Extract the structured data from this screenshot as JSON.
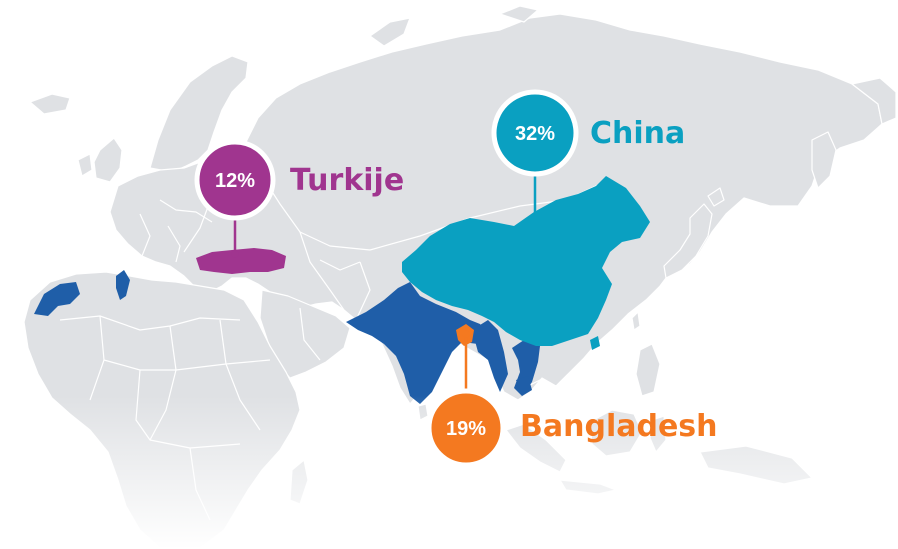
{
  "colors": {
    "land": "#dfe1e4",
    "border": "#ffffff",
    "highlight_other": "#1f5ea8",
    "turkije": "#a0358f",
    "china": "#0aa0c1",
    "bangladesh": "#f47920"
  },
  "callouts": [
    {
      "id": "turkije",
      "country": "Turkije",
      "value": "12%",
      "color": "#a0358f"
    },
    {
      "id": "china",
      "country": "China",
      "value": "32%",
      "color": "#0aa0c1"
    },
    {
      "id": "bangladesh",
      "country": "Bangladesh",
      "value": "19%",
      "color": "#f47920"
    }
  ],
  "other_highlighted_regions": [
    "Morocco",
    "Tunisia",
    "India",
    "Myanmar",
    "Vietnam",
    "Cambodia"
  ]
}
